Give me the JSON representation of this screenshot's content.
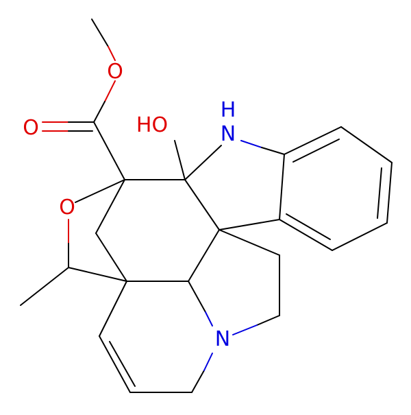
{
  "colors": {
    "background": "#ffffff",
    "carbon_bond": "#000000",
    "oxygen": "#e00000",
    "nitrogen": "#0000e0"
  },
  "atom_labels": {
    "ester_carbonyl_oxygen": "O",
    "ester_ether_oxygen": "O",
    "ring_oxygen": "O",
    "hydroxyl": "HO",
    "indoline_nh_h": "H",
    "indoline_nh_n": "N",
    "tertiary_amine": "N"
  }
}
